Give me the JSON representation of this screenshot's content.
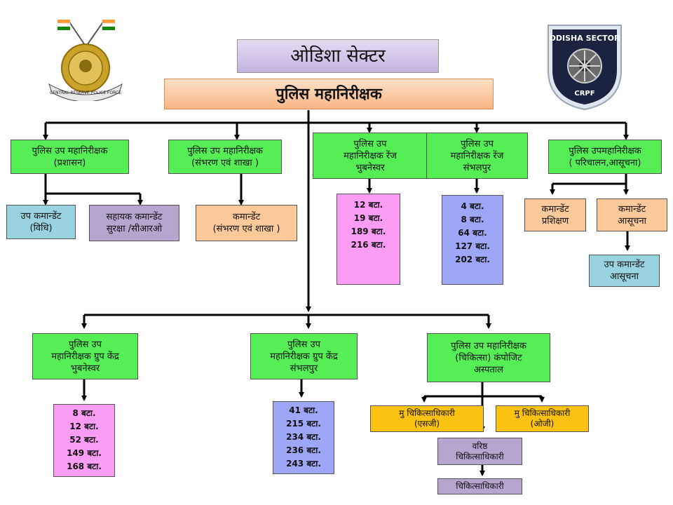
{
  "header": {
    "sector_title": "ओडिशा सेक्टर",
    "ig_title": "पुलिस महानिरीक्षक"
  },
  "logos": {
    "crpf_emblem": {
      "ribbon_text": "CENTRAL RESERVE POLICE FORCE"
    },
    "sector_badge": {
      "top_text": "ODISHA SECTOR",
      "bottom_text": "CRPF"
    }
  },
  "boxes": {
    "dig_admin": [
      "पुलिस उप महानिरीक्षक",
      "(प्रशासन)"
    ],
    "dig_estab": [
      "पुलिस उप महानिरीक्षक",
      "(संभरण एवं शाखा )"
    ],
    "dig_range_bbsr": [
      "पुलिस उप",
      "महानिरीक्षक रेंज",
      "भुबनेस्वर"
    ],
    "dig_range_sbp": [
      "पुलिस उप",
      "महानिरीक्षक रेंज",
      "संभलपुर"
    ],
    "dig_ops": [
      "पुलिस उपमहानिरीक्षक",
      "( परिचालन,आसूचना)"
    ],
    "dc_law": [
      "उप कमान्डेंट",
      "(विधि)"
    ],
    "ac_security": [
      "सहायक कमान्डेंट",
      "सुरक्षा /सीआरओ"
    ],
    "comdt_estab": [
      "कमान्डेंट",
      "(संभरण एवं शाखा )"
    ],
    "comdt_training": [
      "कमान्डेंट",
      "प्रशिक्षण"
    ],
    "comdt_intel": [
      "कमान्डेंट",
      "आसूचना"
    ],
    "dc_intel": [
      "उप कमान्डेंट",
      "आसूचना"
    ],
    "dig_gc_bbsr": [
      "पुलिस उप",
      "महानिरीक्षक ग्रुप केंद्र",
      "भुबनेस्वर"
    ],
    "dig_gc_sbp": [
      "पुलिस उप",
      "महानिरीक्षक ग्रुप केंद्र",
      "संभलपुर"
    ],
    "dig_medical": [
      "पुलिस उप महानिरीक्षक",
      "(चिकित्सा) कंपोजिट",
      "अस्पताल"
    ],
    "cmo_sg": [
      "मु चिकित्साधिकारी",
      "(एसजी)"
    ],
    "cmo_og": [
      "मु चिकित्साधिकारी",
      "(ओजी)"
    ],
    "senior_mo": [
      "वरिष्ठ",
      "चिकित्साधिकारी"
    ],
    "mo": [
      "चिकित्साधिकारी"
    ]
  },
  "battalions": {
    "range_bbsr": [
      "12 बटा.",
      "19 बटा.",
      "189 बटा.",
      "216 बटा."
    ],
    "range_sbp": [
      "4 बटा.",
      "8 बटा.",
      "64 बटा.",
      "127 बटा.",
      "202 बटा."
    ],
    "gc_bbsr": [
      "8 बटा.",
      "12 बटा.",
      "52 बटा.",
      "149 बटा.",
      "168 बटा."
    ],
    "gc_sbp": [
      "41 बटा.",
      "215 बटा.",
      "234 बटा.",
      "236 बटा.",
      "243 बटा."
    ]
  },
  "colors": {
    "connector": "#000000",
    "green_box": "#55ee55",
    "pink_box": "#fb9cf5",
    "violet_box": "#9ea6f7",
    "peach_box": "#fbc99a",
    "gold_box": "#fbc211"
  }
}
